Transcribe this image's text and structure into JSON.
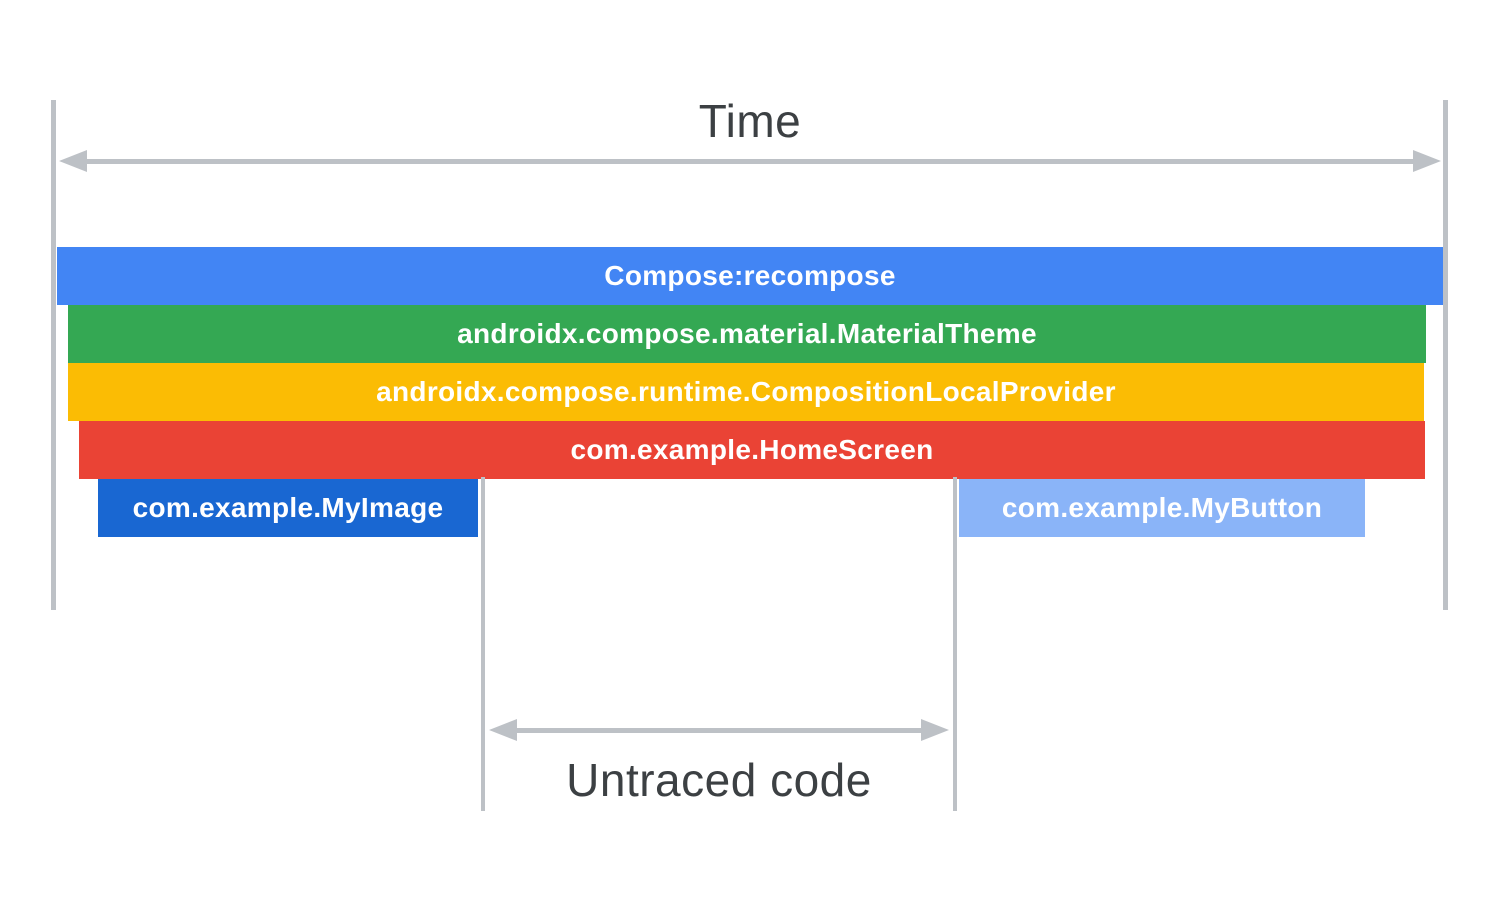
{
  "diagram": {
    "time_axis_label": "Time",
    "untraced_label": "Untraced code",
    "bars": [
      {
        "id": "compose-recompose",
        "label": "Compose:recompose",
        "color": "#4285f4"
      },
      {
        "id": "material-theme",
        "label": "androidx.compose.material.MaterialTheme",
        "color": "#34a853"
      },
      {
        "id": "composition-local-provider",
        "label": "androidx.compose.runtime.CompositionLocalProvider",
        "color": "#fbbc04"
      },
      {
        "id": "home-screen",
        "label": "com.example.HomeScreen",
        "color": "#ea4335"
      },
      {
        "id": "my-image",
        "label": "com.example.MyImage",
        "color": "#1967d2"
      },
      {
        "id": "my-button",
        "label": "com.example.MyButton",
        "color": "#8ab4f8"
      }
    ],
    "colors": {
      "guide": "#bdc1c6",
      "label_text": "#3c4043",
      "bar_text": "#ffffff",
      "background": "#ffffff"
    }
  }
}
